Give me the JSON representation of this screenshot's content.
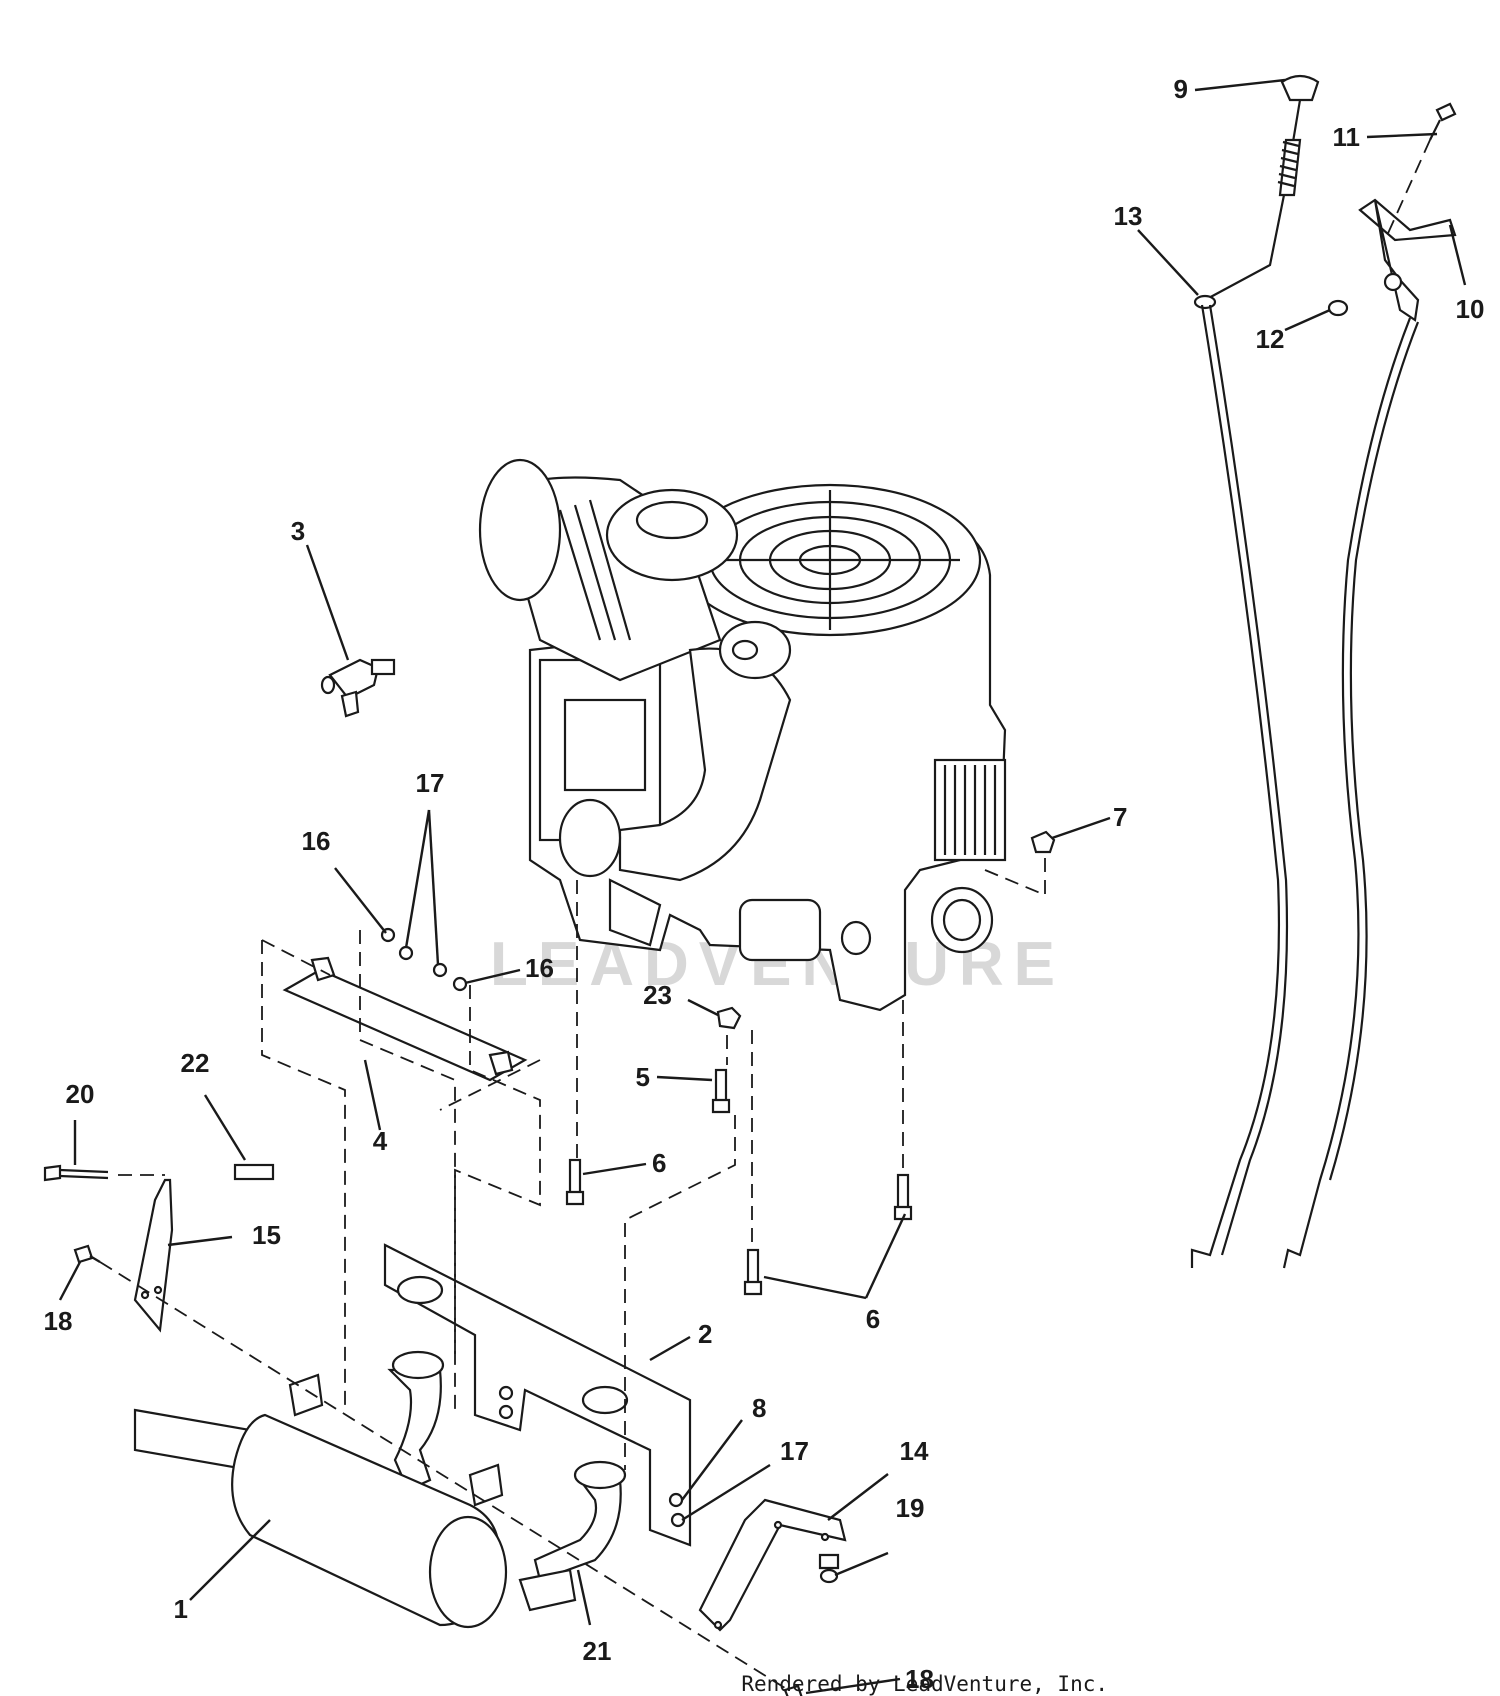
{
  "callouts": [
    {
      "id": "1",
      "text": "1"
    },
    {
      "id": "2",
      "text": "2"
    },
    {
      "id": "3",
      "text": "3"
    },
    {
      "id": "4",
      "text": "4"
    },
    {
      "id": "5",
      "text": "5"
    },
    {
      "id": "6a",
      "text": "6"
    },
    {
      "id": "6b",
      "text": "6"
    },
    {
      "id": "7",
      "text": "7"
    },
    {
      "id": "8",
      "text": "8"
    },
    {
      "id": "9",
      "text": "9"
    },
    {
      "id": "10",
      "text": "10"
    },
    {
      "id": "11",
      "text": "11"
    },
    {
      "id": "12",
      "text": "12"
    },
    {
      "id": "13",
      "text": "13"
    },
    {
      "id": "14",
      "text": "14"
    },
    {
      "id": "15",
      "text": "15"
    },
    {
      "id": "16a",
      "text": "16"
    },
    {
      "id": "16b",
      "text": "16"
    },
    {
      "id": "17a",
      "text": "17"
    },
    {
      "id": "17b",
      "text": "17"
    },
    {
      "id": "18a",
      "text": "18"
    },
    {
      "id": "18b",
      "text": "18"
    },
    {
      "id": "19",
      "text": "19"
    },
    {
      "id": "20",
      "text": "20"
    },
    {
      "id": "21",
      "text": "21"
    },
    {
      "id": "22",
      "text": "22"
    },
    {
      "id": "23",
      "text": "23"
    }
  ],
  "watermark": "LEADVENTURE",
  "credit": "Rendered by LeadVenture, Inc.",
  "colors": {
    "ink": "#1a1a1a",
    "paper": "#ffffff",
    "watermark": "#d8d8d8"
  }
}
